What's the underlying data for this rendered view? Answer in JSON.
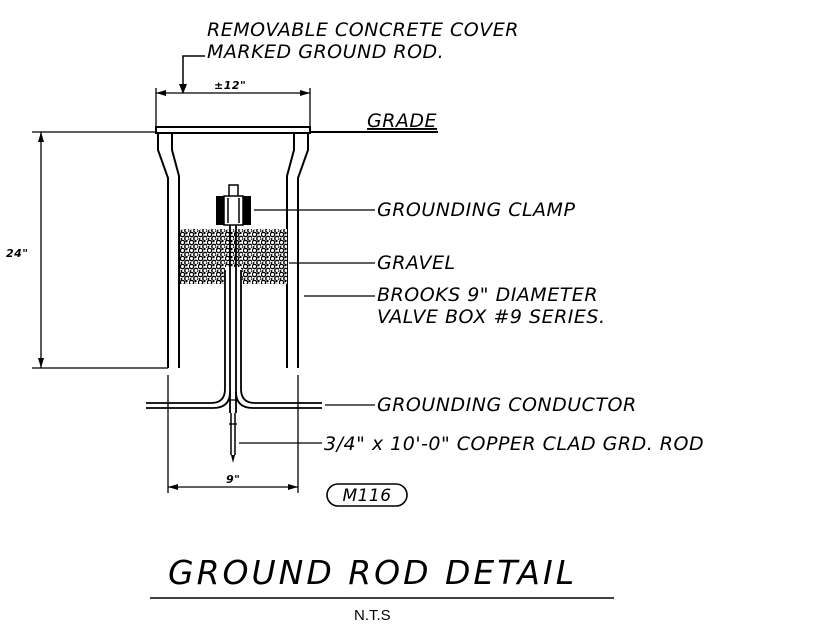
{
  "labels": {
    "cover_line1": "REMOVABLE CONCRETE COVER",
    "cover_line2": "MARKED GROUND ROD.",
    "top_dim": "±12\"",
    "grade": "GRADE",
    "height_dim": "24\"",
    "clamp": "GROUNDING CLAMP",
    "gravel": "GRAVEL",
    "valve_line1": "BROOKS 9\" DIAMETER",
    "valve_line2": "VALVE BOX #9 SERIES.",
    "conductor": "GROUNDING CONDUCTOR",
    "rod": "3/4\" x 10'-0\" COPPER CLAD GRD. ROD",
    "bottom_dim": "9\"",
    "tag": "M116"
  },
  "title": "GROUND ROD DETAIL",
  "subtitle": "N.T.S"
}
